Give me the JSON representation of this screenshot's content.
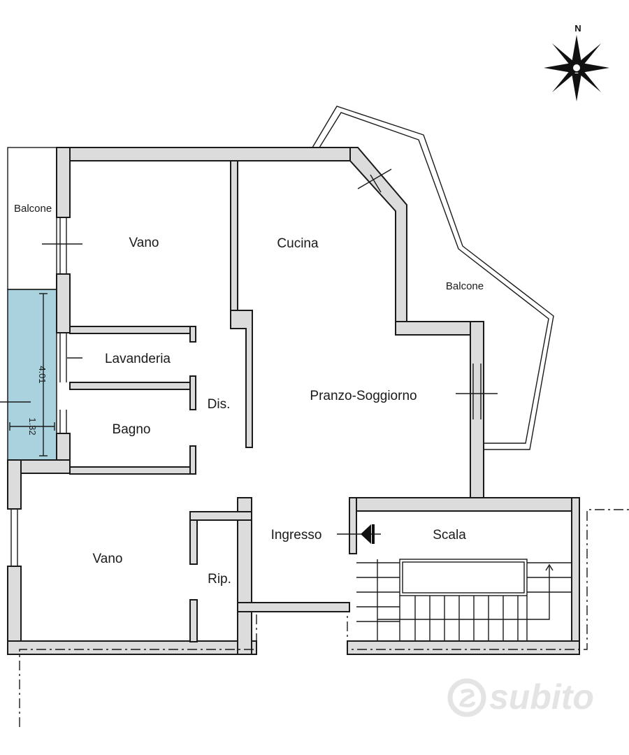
{
  "rooms": {
    "balcone_west": "Balcone",
    "vano_north": "Vano",
    "cucina": "Cucina",
    "balcone_east": "Balcone",
    "lavanderia": "Lavanderia",
    "bagno": "Bagno",
    "dis": "Dis.",
    "pranzo_soggiorno": "Pranzo-Soggiorno",
    "ingresso": "Ingresso",
    "scala": "Scala",
    "vano_south": "Vano",
    "rip": "Rip."
  },
  "dimensions": {
    "length": "4.01",
    "width": "1.32"
  },
  "compass": {
    "north": "N"
  },
  "watermark": {
    "brand": "subito"
  },
  "colors": {
    "highlight_fill": "#a9d2de",
    "wall_fill": "#dcdcdc",
    "line": "#1a1a1a",
    "watermark": "#e4e4e4"
  }
}
